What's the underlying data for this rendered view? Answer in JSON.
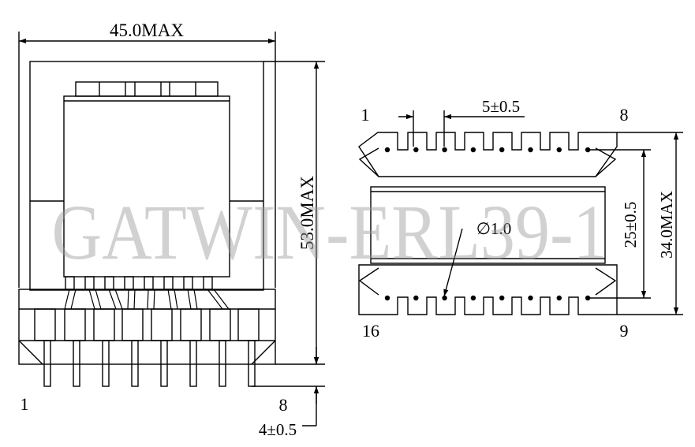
{
  "front_view": {
    "width_dim": "45.0MAX",
    "height_dim": "53.0MAX",
    "pin_dim": "4±0.5",
    "pin_first": "1",
    "pin_last": "8"
  },
  "bottom_view": {
    "pitch_dim": "5±0.5",
    "row_dim": "25±0.5",
    "depth_dim": "34.0MAX",
    "hole_dim": "∅1.0",
    "pin_top_left": "1",
    "pin_top_right": "8",
    "pin_bottom_left": "16",
    "pin_bottom_right": "9"
  },
  "watermark": "GATWIN-ERL39-1"
}
